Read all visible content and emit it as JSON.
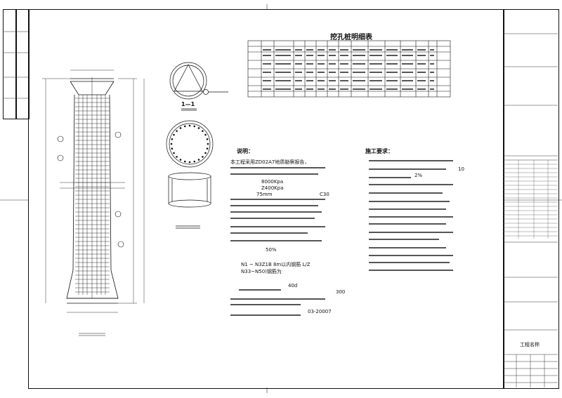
{
  "table": {
    "title": "挖孔桩明细表"
  },
  "sections": {
    "section_1_1": "1—1",
    "notes_title": "说明：",
    "construction_title": "施工要求："
  },
  "notes": {
    "n1": "本工程采用ZD02A7地质勘察报告，",
    "n2a": "8000Kpa",
    "n2b": "Z400Kpa",
    "n2c": "75mm",
    "n2d": "C30",
    "n3": "50%",
    "n4a": "N1 ~ N3Z1B 8m以内钢筋 L/Z",
    "n4b": "N33~N50)钢筋为",
    "n5a": "40d",
    "n5b": "300",
    "n6": "03-20007"
  },
  "construction": {
    "c1": "10",
    "c2": "2%"
  },
  "title_block": {
    "project_label": "工程名称"
  }
}
